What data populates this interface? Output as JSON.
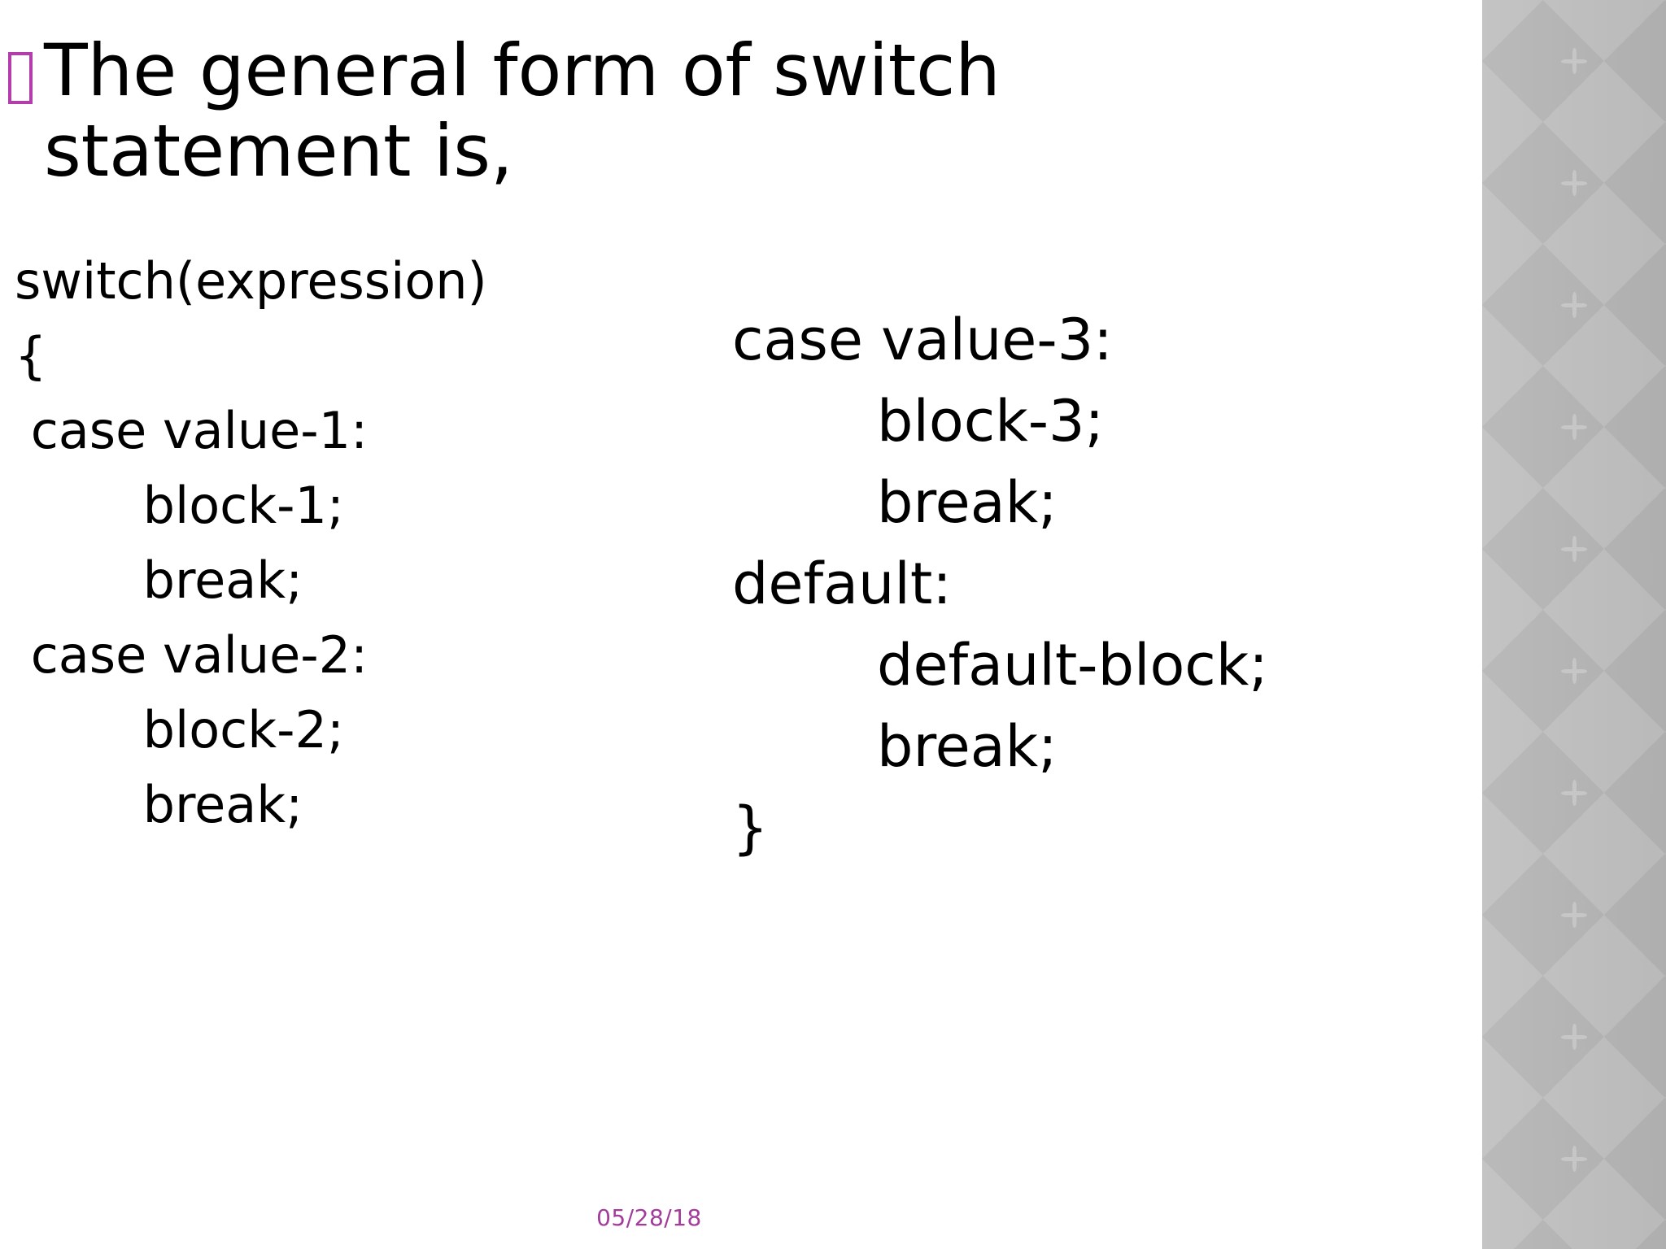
{
  "slide": {
    "title_bullet_glyph": "missing-glyph-box",
    "title": "The general form of switch\nstatement is,",
    "accent_color": "#b23dab",
    "date_color": "#a33b9b",
    "panel_color": "#b7b7b7",
    "text_color": "#000000",
    "background_color": "#ffffff"
  },
  "code_left": {
    "lines": [
      "switch(expression)",
      "{",
      " case value-1:",
      "        block-1;",
      "        break;",
      " case value-2:",
      "        block-2;",
      "        break;"
    ]
  },
  "code_right": {
    "lines": [
      "case value-3:",
      "        block-3;",
      "        break;",
      "default:",
      "        default-block;",
      "        break;",
      "}"
    ]
  },
  "footer": {
    "date": "05/28/18"
  },
  "decoration": {
    "pattern_name": "argyle-diamond-pattern",
    "motif_name": "four-point-star-motif"
  }
}
